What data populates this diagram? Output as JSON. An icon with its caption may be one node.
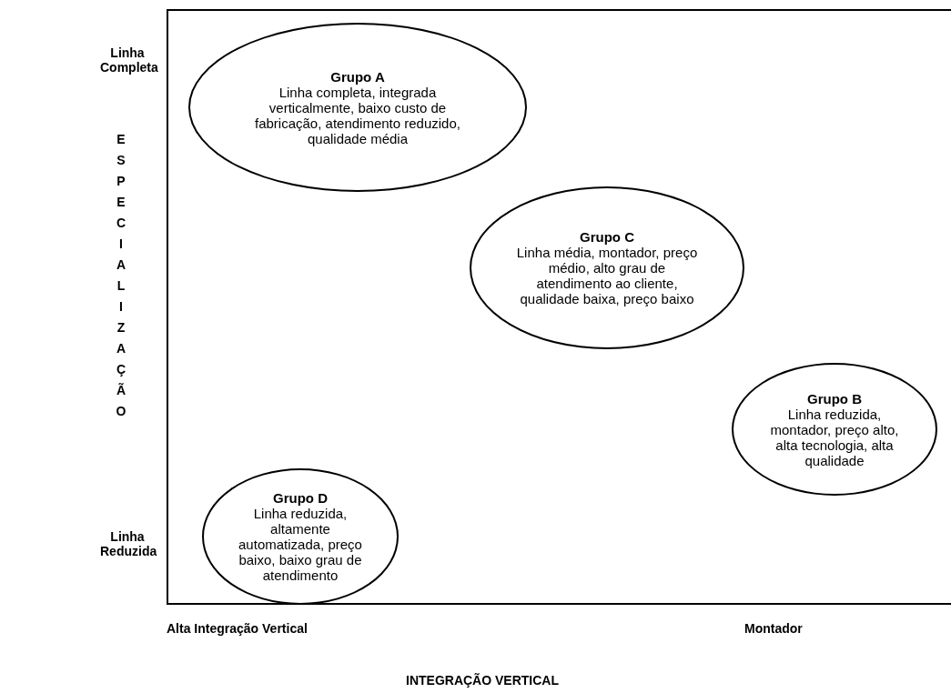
{
  "diagram": {
    "nodes": [
      {
        "text": [
          "Grupo A",
          "Linha completa, integrada verticalmente, baixo custo de fabricação, atendimento reduzido, qualidade média"
        ]
      },
      {
        "text": [
          "Grupo C",
          "Linha média, montador, preço médio, alto grau de atendimento ao cliente, qualidade baixa, preço baixo"
        ]
      },
      {
        "text": [
          "Grupo B",
          "Linha reduzida, montador, preço alto, alta tecnologia, alta qualidade"
        ]
      },
      {
        "text": [
          "Grupo D",
          "Linha reduzida, altamente automatizada, preço baixo, baixo grau de atendimento"
        ]
      }
    ],
    "edges": [],
    "labels": [
      "Linha Completa",
      "ESPECIALIZAÇÃO",
      "Linha Reduzida",
      "Alta Integração Vertical",
      "Montador",
      "INTEGRAÇÃO VERTICAL"
    ]
  }
}
